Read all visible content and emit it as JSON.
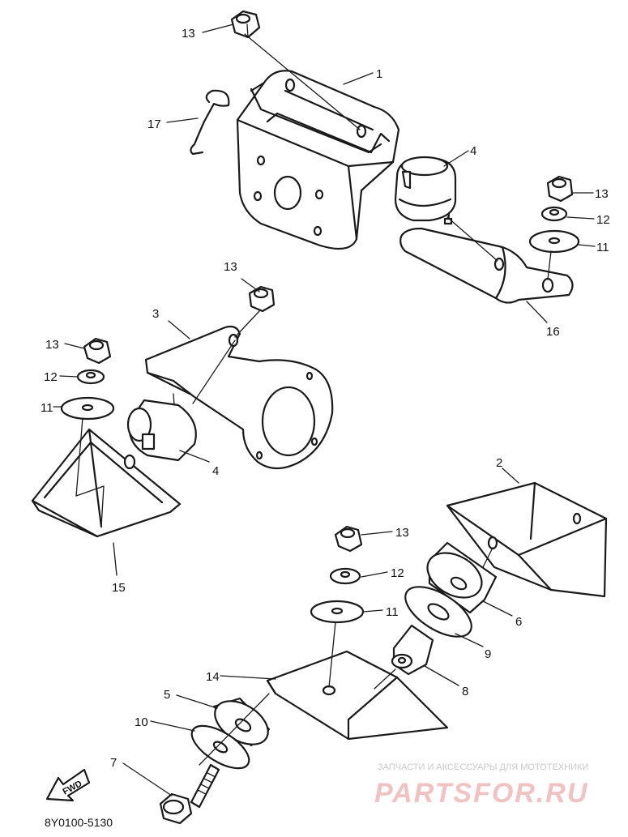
{
  "part_labels": {
    "p1": "1",
    "p2": "2",
    "p3": "3",
    "p4a": "4",
    "p4b": "4",
    "p5": "5",
    "p6": "6",
    "p7": "7",
    "p8": "8",
    "p9": "9",
    "p10": "10",
    "p11a": "11",
    "p11b": "11",
    "p11c": "11",
    "p12a": "12",
    "p12b": "12",
    "p12c": "12",
    "p13a": "13",
    "p13b": "13",
    "p13c": "13",
    "p13d": "13",
    "p13e": "13",
    "p14": "14",
    "p15": "15",
    "p16": "16",
    "p17": "17"
  },
  "fwd_label": "FWD",
  "diagram_code": "8Y0100-5130",
  "watermark": {
    "tagline": "ЗАПЧАСТИ И АКСЕССУАРЫ ДЛЯ МОТОТЕХНИКИ",
    "brand": "PARTSFOR.RU"
  },
  "colors": {
    "ink": "#1a1a1a",
    "watermark_red": "#f1c2c2",
    "watermark_gray": "#c9c9c9"
  }
}
